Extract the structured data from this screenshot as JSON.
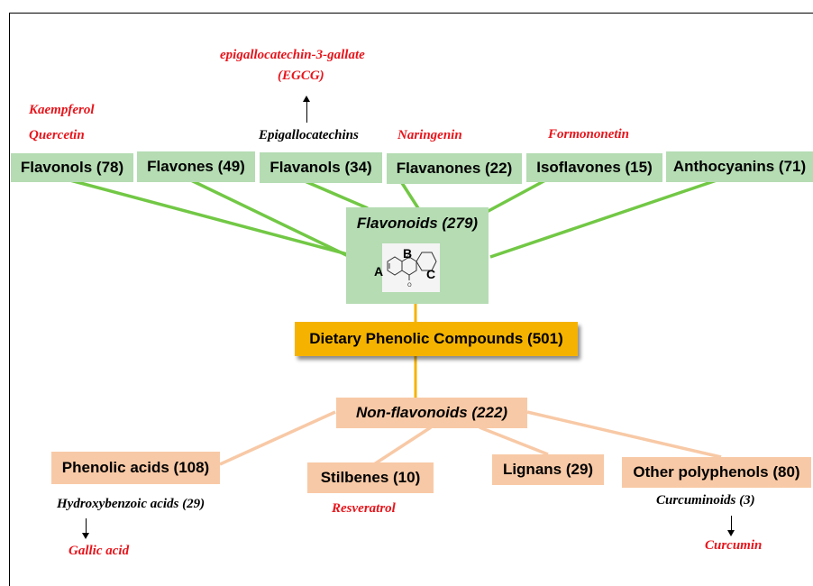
{
  "categories_top": [
    {
      "key": "flavonols",
      "label": "Flavonols (78)"
    },
    {
      "key": "flavones",
      "label": "Flavones (49)"
    },
    {
      "key": "flavanols",
      "label": "Flavanols (34)"
    },
    {
      "key": "flavanones",
      "label": "Flavanones (22)"
    },
    {
      "key": "isoflavones",
      "label": "Isoflavones (15)"
    },
    {
      "key": "anthocyanins",
      "label": "Anthocyanins (71)"
    }
  ],
  "flavonoids": {
    "label": "Flavonoids  (279)",
    "ring_a": "A",
    "ring_b": "B",
    "ring_c": "C"
  },
  "root": {
    "label": "Dietary Phenolic Compounds (501)"
  },
  "nonflavonoids": {
    "label": "Non-flavonoids  (222)"
  },
  "categories_bottom": [
    {
      "key": "phenolic_acids",
      "label": "Phenolic acids (108)"
    },
    {
      "key": "stilbenes",
      "label": "Stilbenes (10)"
    },
    {
      "key": "lignans",
      "label": "Lignans (29)"
    },
    {
      "key": "other",
      "label": "Other polyphenols (80)"
    }
  ],
  "examples": {
    "kaempferol": "Kaempferol",
    "quercetin": "Quercetin",
    "egcg_line1": "epigallocatechin-3-gallate",
    "egcg_line2": "(EGCG)",
    "epigallocatechins": "Epigallocatechins",
    "naringenin": "Naringenin",
    "formononetin": "Formononetin",
    "hydroxybenzoic": "Hydroxybenzoic acids (29)",
    "gallic": "Gallic acid",
    "resveratrol": "Resveratrol",
    "curcuminoids": "Curcuminoids (3)",
    "curcumin": "Curcumin"
  },
  "colors": {
    "flavonoid_green": "#b5dcb3",
    "line_green": "#72c845",
    "nonflavonoid_peach": "#f8c9a6",
    "root_orange": "#f5b300",
    "example_red": "#e8141b"
  }
}
